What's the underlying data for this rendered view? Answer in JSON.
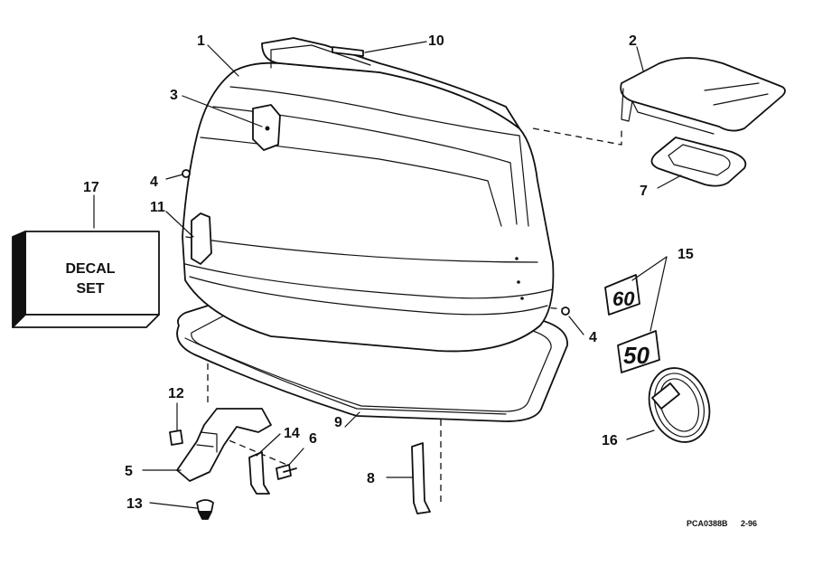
{
  "callouts": {
    "c1": "1",
    "c2": "2",
    "c3": "3",
    "c4a": "4",
    "c4b": "4",
    "c5": "5",
    "c6": "6",
    "c7": "7",
    "c8": "8",
    "c9": "9",
    "c10": "10",
    "c11": "11",
    "c12": "12",
    "c13": "13",
    "c14": "14",
    "c15": "15",
    "c16": "16",
    "c17": "17"
  },
  "decal_box": {
    "line1": "DECAL",
    "line2": "SET"
  },
  "emblems": {
    "top": "60",
    "bottom": "50"
  },
  "drawing_code": {
    "id": "PCA0388B",
    "date": "2-96"
  }
}
